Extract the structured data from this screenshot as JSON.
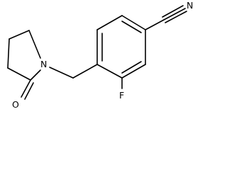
{
  "molecule": {
    "atoms": {
      "nitrogen_ring": "N",
      "oxygen_carbonyl": "O",
      "fluorine": "F",
      "nitrogen_nitrile": "N"
    }
  },
  "colors": {
    "bond": "#000000",
    "label": "#000000",
    "background": "#ffffff"
  }
}
